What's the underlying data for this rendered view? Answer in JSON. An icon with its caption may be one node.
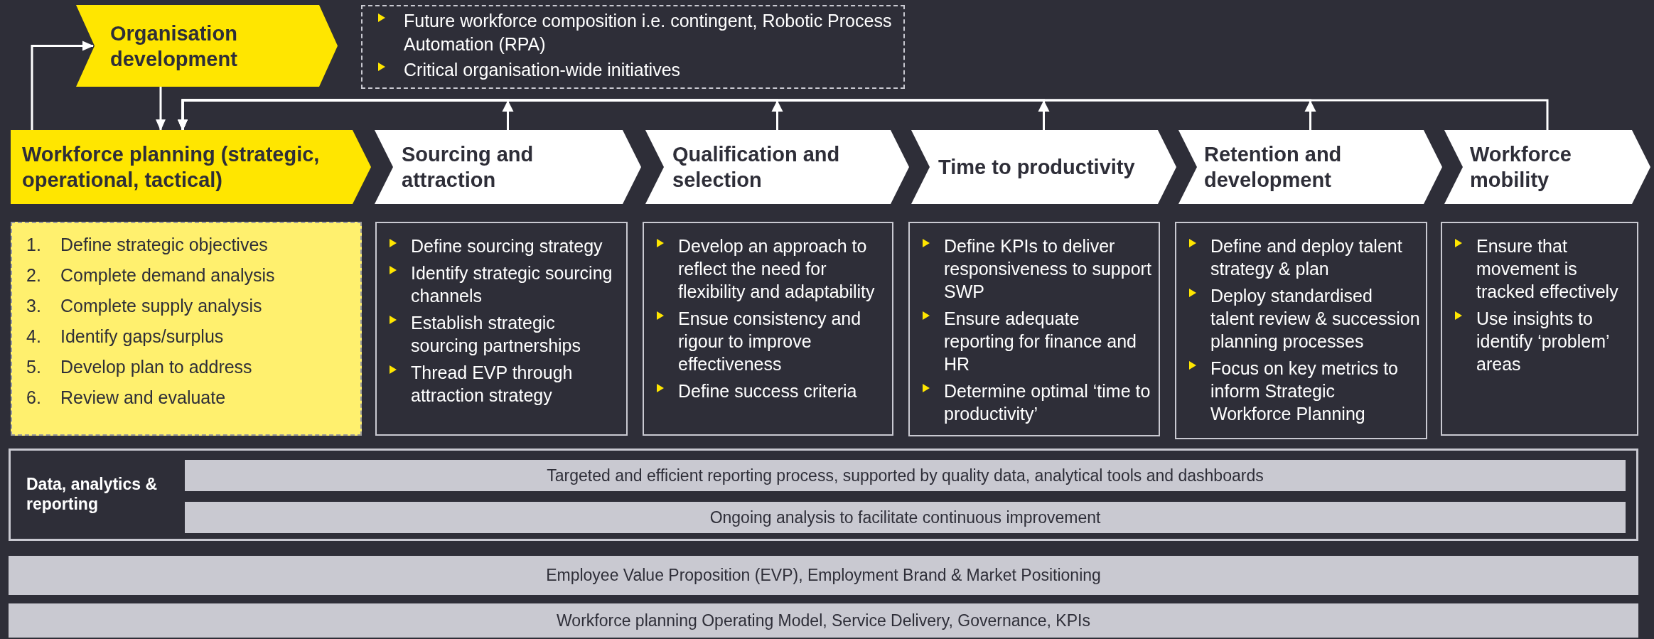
{
  "diagram": {
    "nodes": [
      {
        "text": [
          "Organisation development"
        ]
      },
      {
        "text": [
          "Future workforce composition i.e. contingent, Robotic Process Automation (RPA)",
          "Critical organisation-wide initiatives"
        ]
      },
      {
        "text": [
          "Workforce planning (strategic, operational, tactical)"
        ]
      },
      {
        "text": [
          "Sourcing and attraction"
        ]
      },
      {
        "text": [
          "Qualification and selection"
        ]
      },
      {
        "text": [
          "Time to productivity"
        ]
      },
      {
        "text": [
          "Retention and development"
        ]
      },
      {
        "text": [
          "Workforce mobility"
        ]
      },
      {
        "text": [
          "1. Define strategic objectives",
          "2. Complete demand analysis",
          "3. Complete supply analysis",
          "4. Identify gaps/surplus",
          "5. Develop plan to address",
          "6. Review and evaluate"
        ]
      },
      {
        "text": [
          "Define sourcing strategy",
          "Identify strategic sourcing channels",
          "Establish strategic sourcing partnerships",
          "Thread EVP through attraction strategy"
        ]
      },
      {
        "text": [
          "Develop an approach to reflect the need for flexibility and adaptability",
          "Ensue consistency and rigour to improve effectiveness",
          "Define success criteria"
        ]
      },
      {
        "text": [
          "Define KPIs to deliver responsiveness to support SWP",
          "Ensure adequate reporting for finance and HR",
          "Determine optimal ‘time to productivity’"
        ]
      },
      {
        "text": [
          "Define and deploy talent strategy & plan",
          "Deploy standardised talent review & succession planning processes",
          "Focus on key metrics to inform Strategic Workforce Planning"
        ]
      },
      {
        "text": [
          "Ensure that movement is tracked effectively",
          "Use insights to identify ‘problem’ areas"
        ]
      },
      {
        "text": [
          "Data, analytics & reporting"
        ]
      },
      {
        "text": [
          "Targeted and efficient reporting process, supported by quality data, analytical tools and dashboards"
        ],
        "in": 14
      },
      {
        "text": [
          "Ongoing analysis to facilitate continuous improvement"
        ],
        "in": 14
      },
      {
        "text": [
          "Employee Value Proposition (EVP), Employment Brand & Market Positioning"
        ]
      },
      {
        "text": [
          "Workforce planning Operating Model, Service Delivery, Governance, KPIs"
        ]
      }
    ],
    "edges": [
      {
        "from": 2,
        "to": 0,
        "arrow": "to"
      },
      {
        "from": 0,
        "to": 2,
        "arrow": "to"
      },
      {
        "from": 3,
        "to": 2,
        "arrow": "to"
      },
      {
        "from": 4,
        "to": 2,
        "arrow": "to"
      },
      {
        "from": 5,
        "to": 2,
        "arrow": "to"
      },
      {
        "from": 6,
        "to": 2,
        "arrow": "to"
      },
      {
        "from": 7,
        "to": 2,
        "arrow": "to"
      }
    ]
  }
}
